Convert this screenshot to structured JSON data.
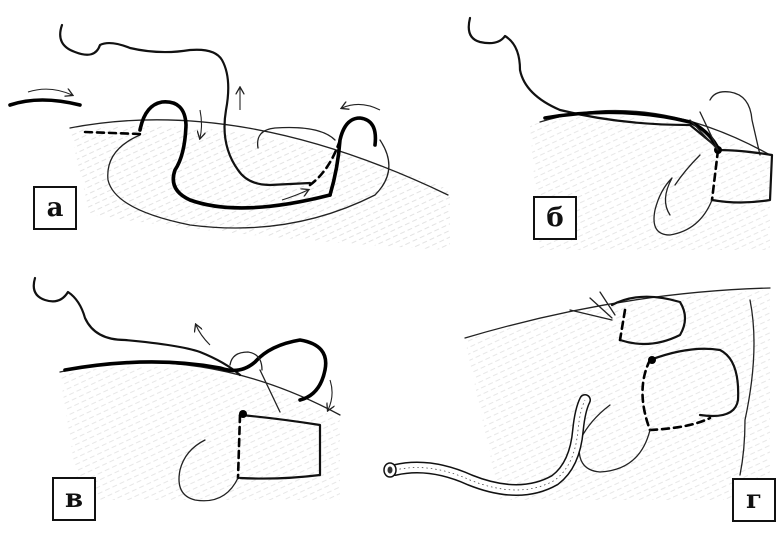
{
  "figure": {
    "panels": [
      {
        "id": "a",
        "label": "а"
      },
      {
        "id": "b",
        "label": "б"
      },
      {
        "id": "c",
        "label": "в"
      },
      {
        "id": "d",
        "label": "г"
      }
    ]
  },
  "colors": {
    "ink": "#000000",
    "shading": "#999999",
    "background": "#ffffff"
  },
  "icons": {
    "suture_knot": "knot-icon",
    "drain_tube": "tube-icon",
    "direction_arrow": "arrow-icon"
  }
}
